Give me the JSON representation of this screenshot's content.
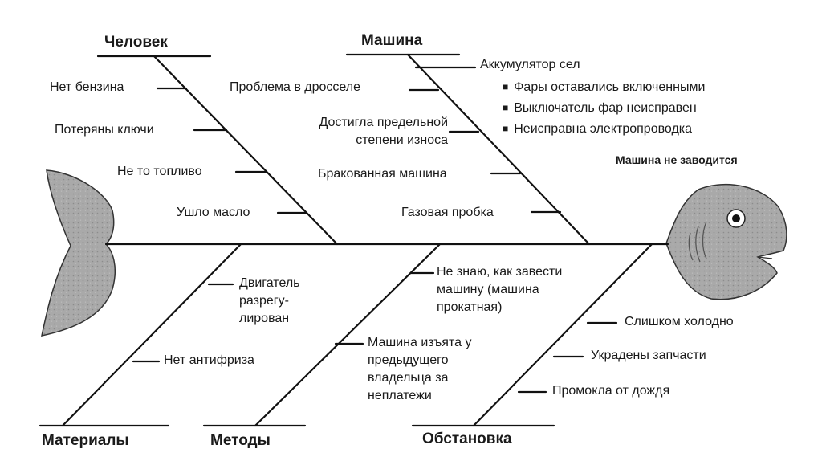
{
  "effect": "Машина не заводится",
  "categories": {
    "man": {
      "title": "Человек",
      "causes": [
        "Нет бензина",
        "Потеряны ключи",
        "Не то топливо",
        "Ушло масло"
      ]
    },
    "machine": {
      "title": "Машина",
      "causes": [
        "Проблема в дросселе",
        "Достигла предельной степени износа",
        "Бракованная машина",
        "Газовая пробка"
      ],
      "battery": {
        "label": "Аккумулятор сел",
        "subcauses": [
          "Фары оставались включенными",
          "Выключатель фар неисправен",
          "Неисправна электропроводка"
        ]
      }
    },
    "materials": {
      "title": "Материалы",
      "causes": [
        "Двигатель разрегу-лирован",
        "Нет антифриза"
      ]
    },
    "methods": {
      "title": "Методы",
      "causes": [
        "Не знаю, как завести машину (машина прокатная)",
        "Машина изъята у предыдущего владельца за неплатежи"
      ]
    },
    "environment": {
      "title": "Обстановка",
      "causes": [
        "Слишком холодно",
        "Украдены запчасти",
        "Промокла от дождя"
      ]
    }
  },
  "colors": {
    "line": "#111111",
    "fish_fill": "#a9a9a9",
    "background": "#ffffff"
  }
}
